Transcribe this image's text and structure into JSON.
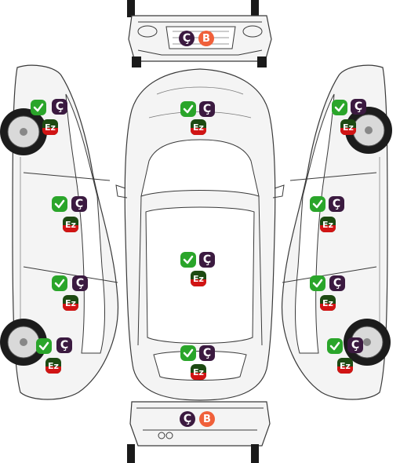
{
  "colors": {
    "ok": "#2aa52a",
    "c": "#3b1a40",
    "ez": "#1d4a12",
    "b": "#f0603a"
  },
  "labels": {
    "check_icon": "check-icon",
    "c": "Ç",
    "ez": "Ez",
    "b": "B"
  }
}
